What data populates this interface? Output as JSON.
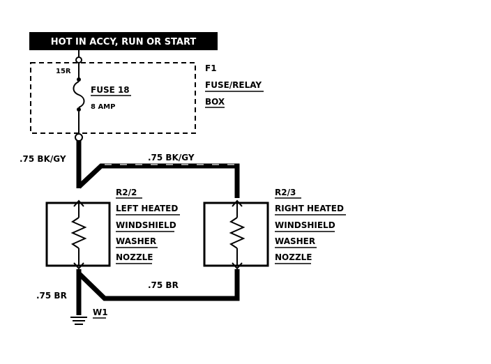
{
  "header": {
    "text": "HOT IN ACCY, RUN OR START"
  },
  "fuse_box": {
    "id": "F1",
    "name_line1": "FUSE/RELAY",
    "name_line2": "BOX",
    "pin": "15R",
    "fuse_label": "FUSE 18",
    "fuse_rating": "8 AMP"
  },
  "wires": {
    "feed_left": ".75 BK/GY",
    "feed_top": ".75 BK/GY",
    "ground_left": ".75 BR",
    "ground_bottom": ".75 BR"
  },
  "components": [
    {
      "id": "R2/2",
      "line1": "LEFT HEATED",
      "line2": "WINDSHIELD",
      "line3": "WASHER",
      "line4": "NOZZLE"
    },
    {
      "id": "R2/3",
      "line1": "RIGHT HEATED",
      "line2": "WINDSHIELD",
      "line3": "WASHER",
      "line4": "NOZZLE"
    }
  ],
  "ground": {
    "id": "W1"
  }
}
